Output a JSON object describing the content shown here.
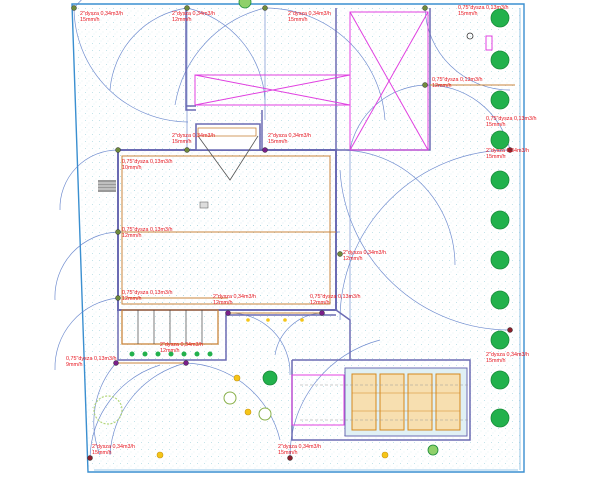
{
  "labels": {
    "tl": [
      "2\"dysza 0,34m3/h",
      "15mm/h"
    ],
    "t2": [
      "2\"dysza 0,34m3/h",
      "12mm/h"
    ],
    "t3": [
      "2\"dysza 0,34m3/h",
      "15mm/h"
    ],
    "tr": [
      "0,75\"dysza 0,13m3/h",
      "15mm/h"
    ],
    "mr": [
      "0,75\"dysza 0,13m3/h",
      "12mm/h"
    ],
    "rr1": [
      "0,75\"dysza 0,13m3/h",
      "15mm/h"
    ],
    "rr2": [
      "2\"dysza 0,34m3/h",
      "15mm/h"
    ],
    "m1": [
      "2\"dysza 0,34m3/h",
      "15mm/h"
    ],
    "m2": [
      "2\"dysza 0,34m3/h",
      "15mm/h"
    ],
    "h1": [
      "0,75\"dysza 0,13m3/h",
      "10mm/h"
    ],
    "h2": [
      "0,75\"dysza 0,13m3/h",
      "12mm/h"
    ],
    "h3": [
      "0,75\"dysza 0,13m3/h",
      "12mm/h"
    ],
    "c1": [
      "2\"dysza 0,34m3/h",
      "12mm/h"
    ],
    "c2": [
      "0,75\"dysza 0,13m3/h",
      "12mm/h"
    ],
    "c3": [
      "2\"dysza 0,34m3/h",
      "12mm/h"
    ],
    "c4": [
      "2\"dysza 0,34m3/h",
      "12mm/h"
    ],
    "c5": [
      "2\"dysza 0,34m3/h",
      "15mm/h"
    ],
    "bl": [
      "0,75\"dysza 0,13m3/h",
      "9mm/h"
    ],
    "b1": [
      "2\"dysza 0,34m3/h",
      "15mm/h"
    ],
    "b2": [
      "2\"dysza 0,34m3/h",
      "15mm/h"
    ]
  },
  "colors": {
    "building": "#6b6bb3",
    "pipe": "#c8863c",
    "spray": "#5a7bc8",
    "pergola": "#e040e0",
    "label": "#e8141e",
    "hedge": "#22b14c",
    "water": "#b8dfe8",
    "border": "#3a8fd0"
  }
}
